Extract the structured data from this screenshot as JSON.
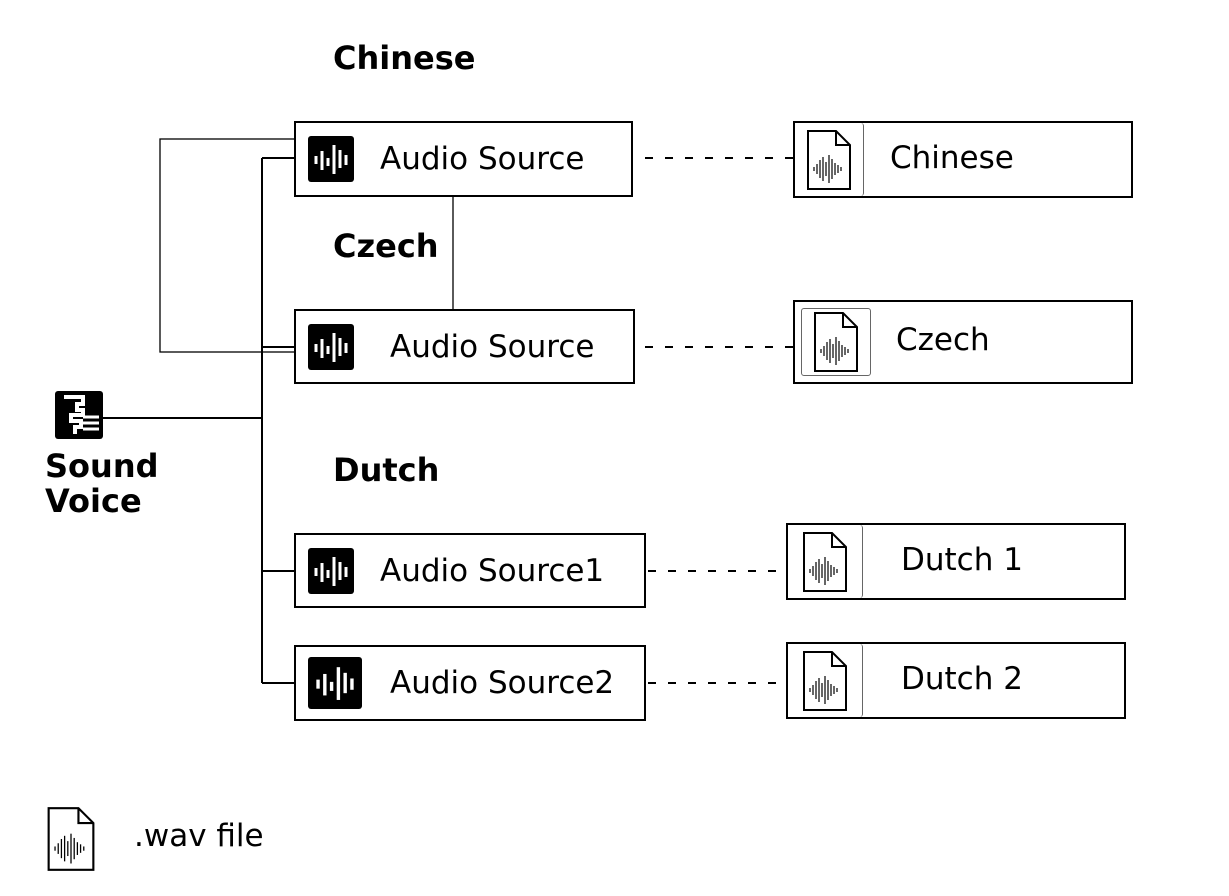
{
  "headings": {
    "chinese": "Chinese",
    "czech": "Czech",
    "dutch": "Dutch"
  },
  "root": {
    "label_line1": "Sound",
    "label_line2": "Voice",
    "icon": "voice-icon"
  },
  "sources": [
    {
      "label": "Audio Source",
      "icon": "audio-waveform-icon",
      "file": "Chinese"
    },
    {
      "label": "Audio Source",
      "icon": "audio-waveform-icon",
      "file": "Czech"
    },
    {
      "label": "Audio Source1",
      "icon": "audio-waveform-icon",
      "file": "Dutch 1"
    },
    {
      "label": "Audio Source2",
      "icon": "audio-waveform-icon",
      "file": "Dutch 2"
    }
  ],
  "legend": {
    "icon": "wav-file-icon",
    "label": ".wav file"
  },
  "colors": {
    "line": "#000000",
    "icon_fill": "#000000",
    "background": "#ffffff"
  }
}
